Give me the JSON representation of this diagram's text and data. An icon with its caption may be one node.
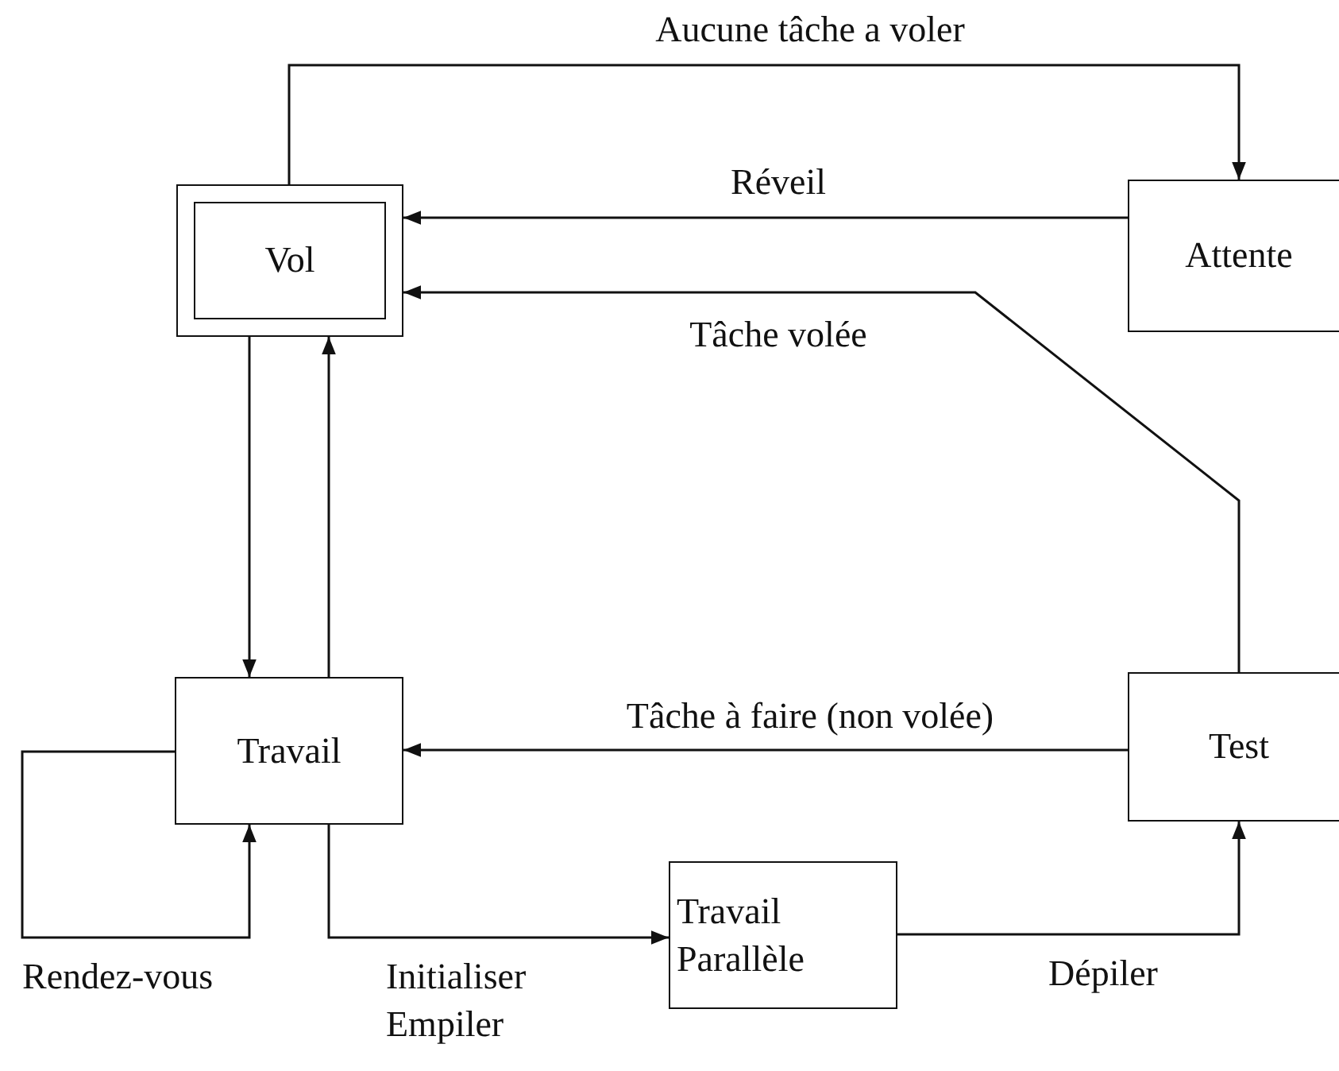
{
  "diagram": {
    "nodes": [
      {
        "text": [
          "Vol"
        ]
      },
      {
        "text": [
          "Attente"
        ]
      },
      {
        "text": [
          "Travail"
        ]
      },
      {
        "text": [
          "Test"
        ]
      },
      {
        "text": [
          "Travail Parallèle"
        ]
      }
    ],
    "edges": [
      {
        "from": 0,
        "to": 1,
        "arrow": "to",
        "label": "Aucune tâche a voler"
      },
      {
        "from": 1,
        "to": 0,
        "arrow": "to",
        "label": "Réveil"
      },
      {
        "from": 3,
        "to": 0,
        "arrow": "to",
        "label": "Tâche volée"
      },
      {
        "from": 0,
        "to": 2,
        "arrow": "to"
      },
      {
        "from": 2,
        "to": 0,
        "arrow": "to"
      },
      {
        "from": 3,
        "to": 2,
        "arrow": "to",
        "label": "Tâche à faire (non volée)"
      },
      {
        "from": 2,
        "to": 2,
        "arrow": "to",
        "label": "Rendez-vous"
      },
      {
        "from": 2,
        "to": 4,
        "arrow": "to",
        "label": "Initialiser Empiler"
      },
      {
        "from": 4,
        "to": 3,
        "arrow": "to",
        "label": "Dépiler"
      }
    ]
  }
}
